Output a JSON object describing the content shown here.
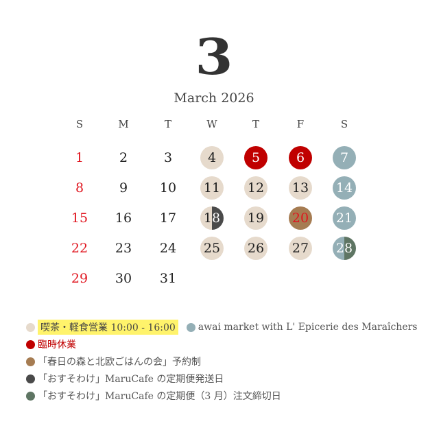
{
  "header": {
    "month_number": "3",
    "month_title": "March 2026"
  },
  "weekdays": [
    "S",
    "M",
    "T",
    "W",
    "T",
    "F",
    "S"
  ],
  "days": [
    {
      "d": "1",
      "type": "sunday"
    },
    {
      "d": "2"
    },
    {
      "d": "3"
    },
    {
      "d": "4",
      "type": "cafe"
    },
    {
      "d": "5",
      "type": "closed"
    },
    {
      "d": "6",
      "type": "closed"
    },
    {
      "d": "7",
      "type": "awai"
    },
    {
      "d": "8",
      "type": "sunday"
    },
    {
      "d": "9"
    },
    {
      "d": "10"
    },
    {
      "d": "11",
      "type": "cafe"
    },
    {
      "d": "12",
      "type": "cafe"
    },
    {
      "d": "13",
      "type": "cafe"
    },
    {
      "d": "14",
      "type": "awai"
    },
    {
      "d": "15",
      "type": "sunday"
    },
    {
      "d": "16"
    },
    {
      "d": "17"
    },
    {
      "d": "18",
      "type": "cafe+shipping"
    },
    {
      "d": "19",
      "type": "cafe"
    },
    {
      "d": "20",
      "type": "event"
    },
    {
      "d": "21",
      "type": "awai"
    },
    {
      "d": "22",
      "type": "sunday"
    },
    {
      "d": "23"
    },
    {
      "d": "24"
    },
    {
      "d": "25",
      "type": "cafe"
    },
    {
      "d": "26",
      "type": "cafe"
    },
    {
      "d": "27",
      "type": "cafe"
    },
    {
      "d": "28",
      "type": "awai+deadline"
    },
    {
      "d": "29",
      "type": "sunday"
    },
    {
      "d": "30"
    },
    {
      "d": "31"
    }
  ],
  "legend": {
    "cafe": {
      "label": "喫茶・軽食営業 10:00 - 16:00",
      "color": "#e6dacc"
    },
    "awai": {
      "label": "awai market with L' Epicerie des Maraîchers",
      "color": "#94afb6"
    },
    "closed": {
      "label": "臨時休業",
      "color": "#c00000"
    },
    "event": {
      "label": "「春日の森と北欧ごはんの会」予約制",
      "color": "#a67c52"
    },
    "shipping": {
      "label": "「おすそわけ」MaruCafe の定期便発送日",
      "color": "#4a4a4a"
    },
    "deadline": {
      "label": "「おすそわけ」MaruCafe の定期便（3 月）注文締切日",
      "color": "#5e7563"
    }
  }
}
